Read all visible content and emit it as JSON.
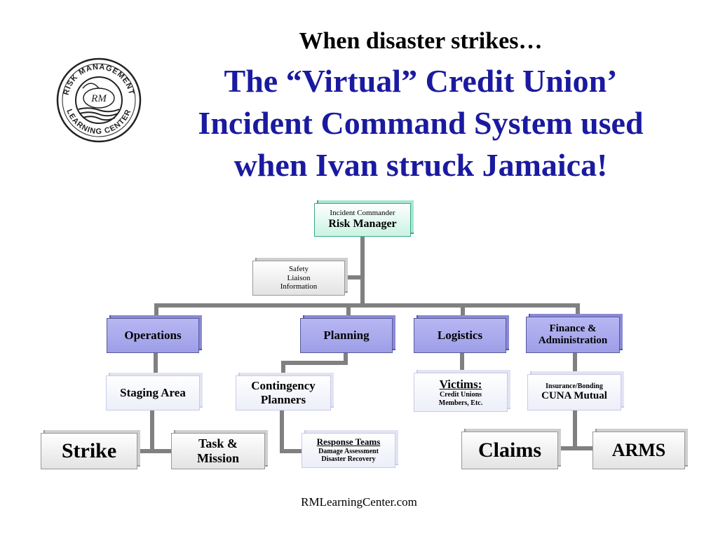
{
  "title": {
    "line1": "When disaster strikes…",
    "line2a": "The “Virtual” Credit Union’",
    "line2b": "Incident Command System used",
    "line2c": "when Ivan struck Jamaica!"
  },
  "logo": {
    "ring_text_top": "RISK MANAGEMENT",
    "ring_text_bottom": "LEARNING CENTER",
    "monogram": "RM"
  },
  "nodes": {
    "commander": {
      "small": "Incident Commander",
      "large": "Risk Manager"
    },
    "staff": {
      "l1": "Safety",
      "l2": "Liaison",
      "l3": "Information"
    },
    "operations": "Operations",
    "planning": "Planning",
    "logistics": "Logistics",
    "finance": {
      "l1": "Finance &",
      "l2": "Administration"
    },
    "staging": "Staging Area",
    "contingency": {
      "l1": "Contingency",
      "l2": "Planners"
    },
    "victims": {
      "head": "Victims:",
      "l1": "Credit Unions",
      "l2": "Members, Etc."
    },
    "insurance": {
      "small": "Insurance/Bonding",
      "large": "CUNA Mutual"
    },
    "strike": "Strike",
    "task": {
      "l1": "Task &",
      "l2": "Mission"
    },
    "response": {
      "head": "Response Teams",
      "l1": "Damage Assessment",
      "l2": "Disaster Recovery"
    },
    "claims": "Claims",
    "arms": "ARMS"
  },
  "colors": {
    "title_blue": "#1a1aa0",
    "connector": "#808080",
    "section_fill": "#a8a8ee"
  },
  "footer": "RMLearningCenter.com"
}
